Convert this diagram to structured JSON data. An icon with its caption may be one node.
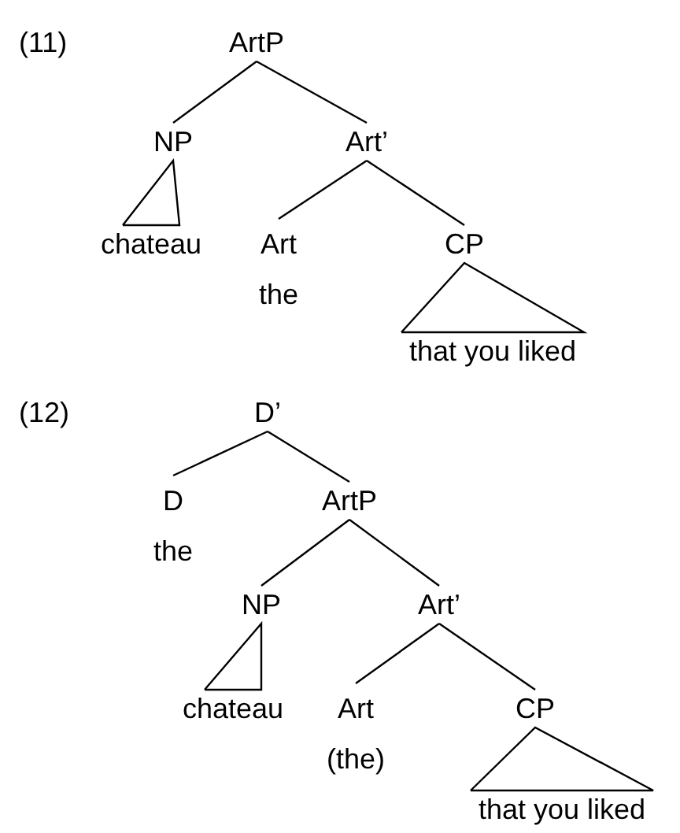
{
  "diagram": {
    "nodes": [
      {
        "text": [
          "ArtP"
        ]
      },
      {
        "text": [
          "NP"
        ]
      },
      {
        "text": [
          "chateau"
        ]
      },
      {
        "text": [
          "Art’"
        ]
      },
      {
        "text": [
          "Art",
          "the"
        ]
      },
      {
        "text": [
          "CP"
        ]
      },
      {
        "text": [
          "that you liked"
        ]
      },
      {
        "text": [
          "D’"
        ]
      },
      {
        "text": [
          "D",
          "the"
        ]
      },
      {
        "text": [
          "ArtP"
        ]
      },
      {
        "text": [
          "NP"
        ]
      },
      {
        "text": [
          "chateau"
        ]
      },
      {
        "text": [
          "Art’"
        ]
      },
      {
        "text": [
          "Art",
          "(the)"
        ]
      },
      {
        "text": [
          "CP"
        ]
      },
      {
        "text": [
          "that you liked"
        ]
      }
    ],
    "edges": [
      {
        "from": 0,
        "to": 1,
        "arrow": "none"
      },
      {
        "from": 0,
        "to": 3,
        "arrow": "none"
      },
      {
        "from": 1,
        "to": 2,
        "arrow": "none"
      },
      {
        "from": 3,
        "to": 4,
        "arrow": "none"
      },
      {
        "from": 3,
        "to": 5,
        "arrow": "none"
      },
      {
        "from": 5,
        "to": 6,
        "arrow": "none"
      },
      {
        "from": 7,
        "to": 8,
        "arrow": "none"
      },
      {
        "from": 7,
        "to": 9,
        "arrow": "none"
      },
      {
        "from": 9,
        "to": 10,
        "arrow": "none"
      },
      {
        "from": 9,
        "to": 12,
        "arrow": "none"
      },
      {
        "from": 10,
        "to": 11,
        "arrow": "none"
      },
      {
        "from": 12,
        "to": 13,
        "arrow": "none"
      },
      {
        "from": 12,
        "to": 14,
        "arrow": "none"
      },
      {
        "from": 14,
        "to": 15,
        "arrow": "none"
      }
    ],
    "labels": [
      "(11)",
      "(12)"
    ]
  }
}
